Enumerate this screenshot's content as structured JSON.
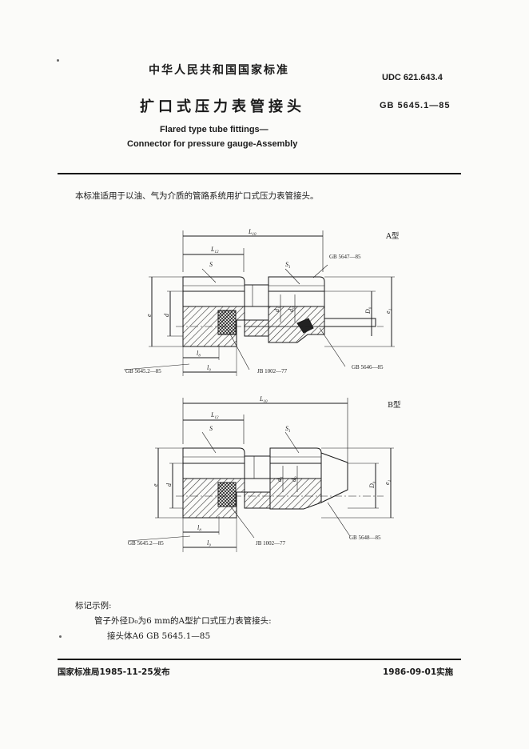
{
  "header": {
    "authority": "中华人民共和国国家标准",
    "udc": "UDC 621.643.4",
    "title_cn": "扩口式压力表管接头",
    "standard_no": "GB 5645.1—85",
    "title_en_1": "Flared type tube fittings—",
    "title_en_2": "Connector for pressure gauge-Assembly"
  },
  "intro": "本标准适用于以油、气为介质的管路系统用扩口式压力表管接头。",
  "figure_a": {
    "type_label": "A型",
    "dims": {
      "L10": "L₁₀",
      "L12": "L₁₂",
      "S": "S",
      "S1": "S₁",
      "e": "e",
      "d": "d",
      "d1": "d₁",
      "d0": "d₀",
      "D0": "D₀",
      "e1": "e₁",
      "l8": "l₈",
      "l9": "l₉"
    },
    "refs": [
      "GB 5647—85",
      "GB 5645.2—85",
      "JB 1002—77",
      "GB 5646—85"
    ]
  },
  "figure_b": {
    "type_label": "B型",
    "dims": {
      "L10": "L₁₀",
      "L12": "L₁₂",
      "S": "S",
      "S1": "S₁",
      "e": "e",
      "d": "d",
      "d1": "d₁",
      "d0": "d₀",
      "D0": "D₀",
      "e1": "e₁",
      "l8": "l₈",
      "l9": "l₉"
    },
    "refs": [
      "GB 5645.2—85",
      "JB 1002—77",
      "GB 5648—85"
    ]
  },
  "example": {
    "heading": "标记示例:",
    "line1": "管子外径D₀为6 mm的A型扩口式压力表管接头:",
    "line2": "接头体A6   GB  5645.1—85"
  },
  "footer": {
    "issuer": "国家标准局1985-11-25发布",
    "effective": "1986-09-01实施"
  }
}
